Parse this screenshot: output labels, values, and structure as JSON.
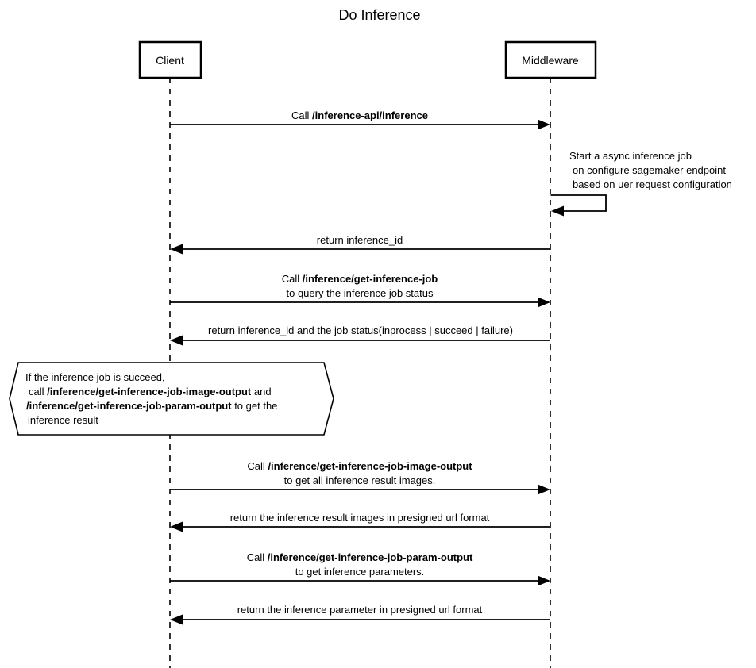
{
  "title": "Do Inference",
  "actors": [
    {
      "label": "Client"
    },
    {
      "label": "Middleware"
    }
  ],
  "messages": [
    {
      "prefix": "Call ",
      "bold": "/inference-api/inference"
    },
    {
      "text": "return inference_id"
    },
    {
      "prefix": "Call ",
      "bold": "/inference/get-inference-job",
      "line2": "to query the inference job status"
    },
    {
      "text": "return inference_id and the job status(inprocess | succeed | failure)"
    },
    {
      "prefix": "Call ",
      "bold": "/inference/get-inference-job-image-output",
      "line2": "to get all inference result images."
    },
    {
      "text": "return the inference result images in presigned url format"
    },
    {
      "prefix": "Call ",
      "bold": "/inference/get-inference-job-param-output",
      "line2": "to get inference parameters."
    },
    {
      "text": "return the inference parameter in presigned url format"
    }
  ],
  "self_message": {
    "line1": "Start a async inference job",
    "line2": "on configure sagemaker endpoint",
    "line3": "based on uer request configuration"
  },
  "note": {
    "line1": "If the inference job is succeed,",
    "line2_prefix": "call ",
    "line2_bold": "/inference/get-inference-job-image-output",
    "line2_suffix": " and",
    "line3_bold": "/inference/get-inference-job-param-output",
    "line3_suffix": " to get the",
    "line4": "inference result"
  },
  "colors": {
    "line": "#000000",
    "background": "#ffffff"
  }
}
